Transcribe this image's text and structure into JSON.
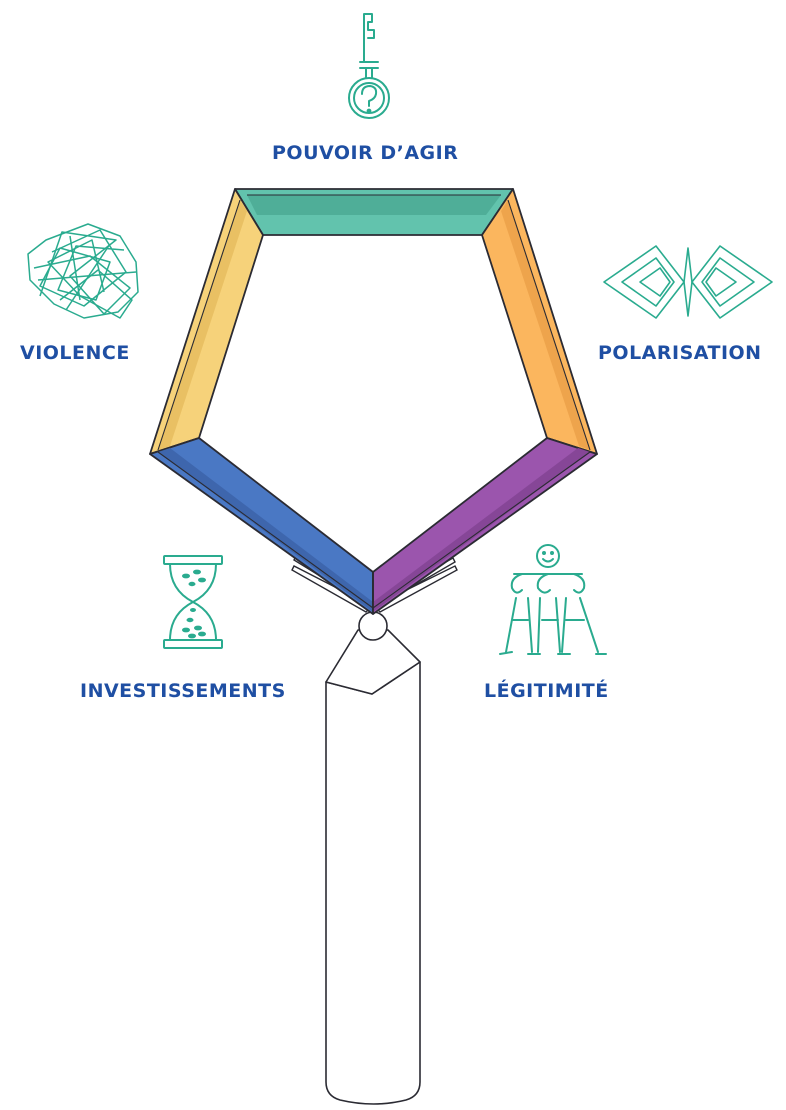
{
  "labels": {
    "pouvoir_d_agir": "POUVOIR D’AGIR",
    "violence": "VIOLENCE",
    "polarisation": "POLARISATION",
    "investissements": "INVESTISSEMENTS",
    "legitimite": "LÉGITIMITÉ"
  },
  "colors": {
    "label_text": "#1f4fa3",
    "icon_stroke": "#2aab8f",
    "outline": "#2b2b33",
    "segment_top": "#62c3ad",
    "segment_top_inner": "#4fae98",
    "segment_left": "#f6d27a",
    "segment_left_inner": "#e9c063",
    "segment_right": "#fbb65e",
    "segment_right_inner": "#eea44c",
    "segment_bottom_left": "#4a78c4",
    "segment_bottom_left_inner": "#3e66ad",
    "segment_bottom_right": "#9b55ad",
    "segment_bottom_right_inner": "#864697"
  },
  "icons": [
    "key-question-icon",
    "tangled-scribble-icon",
    "diverging-diamonds-icon",
    "hourglass-coins-icon",
    "supported-person-icon"
  ]
}
